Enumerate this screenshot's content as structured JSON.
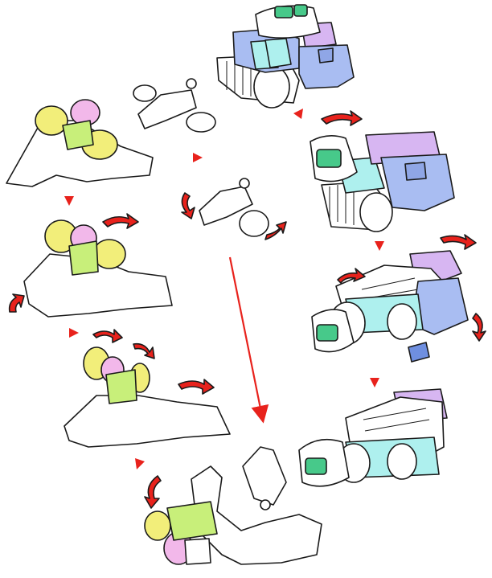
{
  "colors": {
    "outline": "#1a1a1a",
    "body_white": "#ffffff",
    "tank_blue": "#a9bdf2",
    "tank_blue_dark": "#8fa6e6",
    "cyan": "#aef0ee",
    "lavender": "#d7b6f2",
    "pink": "#f2b8ea",
    "yellow": "#f2ee7a",
    "lime": "#c8ef7a",
    "green_detail": "#47c98a",
    "arrow_red": "#e8221c"
  },
  "icons": {
    "step_arrow": "triangle-arrow-icon",
    "rotate_arrow": "curved-rotate-arrow-icon",
    "path_arrow": "long-arrow-icon"
  },
  "steps": [
    {
      "id": "tank-mode-start",
      "mode": "tank"
    },
    {
      "id": "tank-unfold-1",
      "mode": "transition"
    },
    {
      "id": "tank-unfold-2",
      "mode": "transition"
    },
    {
      "id": "tank-flat",
      "mode": "transition"
    },
    {
      "id": "robot-assemble",
      "mode": "transition"
    },
    {
      "id": "robot-legs",
      "mode": "transition"
    },
    {
      "id": "robot-arms",
      "mode": "transition"
    },
    {
      "id": "robot-head",
      "mode": "transition"
    },
    {
      "id": "robot-mode-final",
      "mode": "robot"
    }
  ]
}
